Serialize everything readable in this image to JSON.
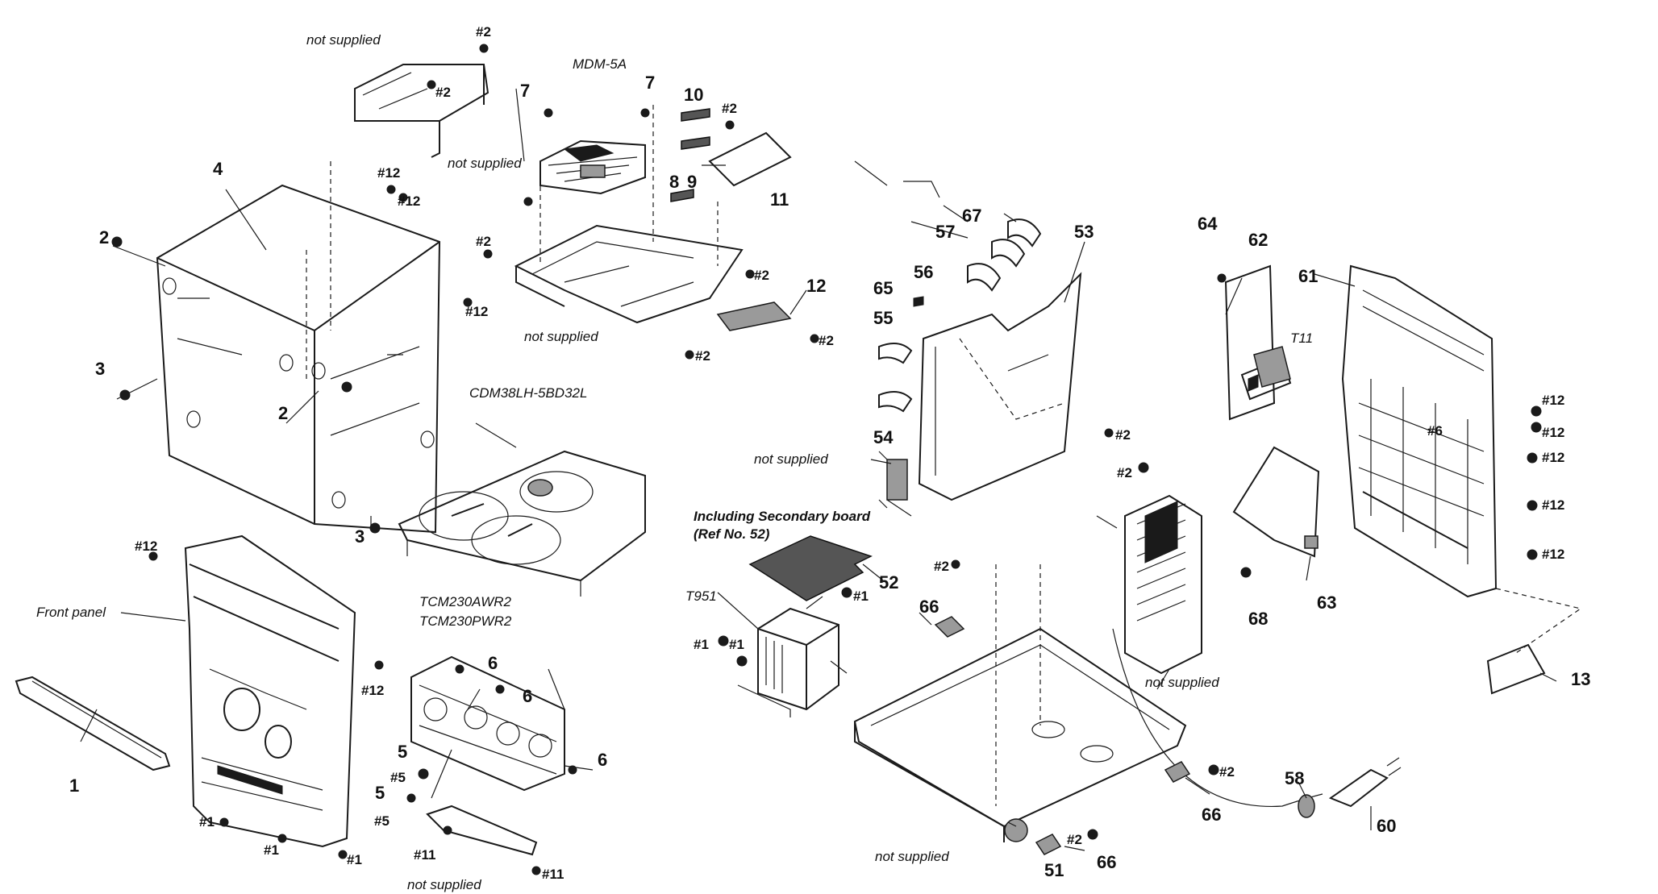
{
  "labels": {
    "not_supplied_top": "not supplied",
    "mdm": "MDM-5A",
    "not_supplied_mech": "not supplied",
    "not_supplied_chassis": "not supplied",
    "cdm": "CDM38LH-5BD32L",
    "tcm1": "TCM230AWR2",
    "tcm2": "TCM230PWR2",
    "front_panel": "Front panel",
    "not_supplied_bottom": "not supplied",
    "not_supplied_center": "not supplied",
    "secondary1": "Including Secondary board",
    "secondary2": "(Ref No. 52)",
    "t951": "T951",
    "t11": "T11",
    "not_supplied_heatsink": "not supplied",
    "not_supplied_base": "not supplied"
  },
  "parts": {
    "p1": "1",
    "p2a": "2",
    "p2b": "2",
    "p3a": "3",
    "p3b": "3",
    "p4": "4",
    "p5a": "5",
    "p5b": "5",
    "p6a": "6",
    "p6b": "6",
    "p6c": "6",
    "p7a": "7",
    "p7b": "7",
    "p8": "8",
    "p9": "9",
    "p10": "10",
    "p11": "11",
    "p12": "12",
    "p13": "13",
    "p51": "51",
    "p52": "52",
    "p53": "53",
    "p54": "54",
    "p55": "55",
    "p56": "56",
    "p57": "57",
    "p58": "58",
    "p60": "60",
    "p61": "61",
    "p62": "62",
    "p63": "63",
    "p64": "64",
    "p65": "65",
    "p66a": "66",
    "p66b": "66",
    "p66c": "66",
    "p67": "67",
    "p68": "68"
  },
  "screws": {
    "s2a": "#2",
    "s2b": "#2",
    "s2c": "#2",
    "s2d": "#2",
    "s2e": "#2",
    "s2f": "#2",
    "s2g": "#2",
    "s2h": "#2",
    "s2i": "#2",
    "s2j": "#2",
    "s2k": "#2",
    "s2l": "#2",
    "s12a": "#12",
    "s12b": "#12",
    "s12c": "#12",
    "s12d": "#12",
    "s12e": "#12",
    "s12f": "#12",
    "s12g": "#12",
    "s12h": "#12",
    "s12i": "#12",
    "s12j": "#12",
    "s1a": "#1",
    "s1b": "#1",
    "s1c": "#1",
    "s1d": "#1",
    "s1e": "#1",
    "s1f": "#1",
    "s5a": "#5",
    "s5b": "#5",
    "s11a": "#11",
    "s11b": "#11",
    "s6": "#6"
  }
}
